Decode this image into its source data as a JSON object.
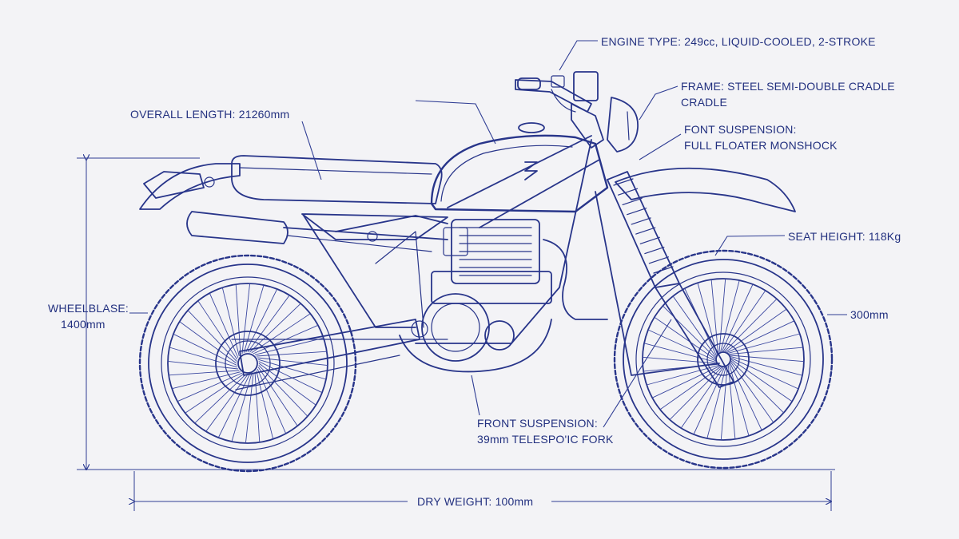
{
  "labels": {
    "engine": "ENGINE TYPE: 249cc, LIQUID-COOLED, 2-STROKE",
    "frame_1": "FRAME: STEEL SEMI-DOUBLE CRADLE",
    "frame_2": "CRADLE",
    "rear_susp_1": "FONT SUSPENSION:",
    "rear_susp_2": "FULL FLOATER MONSHOCK",
    "overall_length": "OVERALL LENGTH: 21260mm",
    "seat_height": "SEAT HEIGHT: 118Kg",
    "wheelbase_1": "WHEELBLASE:",
    "wheelbase_2": "1400mm",
    "ground_clearance": "300mm",
    "front_susp_1": "FRONT SUSPENSION:",
    "front_susp_2": "39mm TELESPO'IC FORK",
    "dry_weight": "DRY WEIGHT: 100mm"
  },
  "colors": {
    "background": "#f3f3f6",
    "ink": "#28358a"
  }
}
